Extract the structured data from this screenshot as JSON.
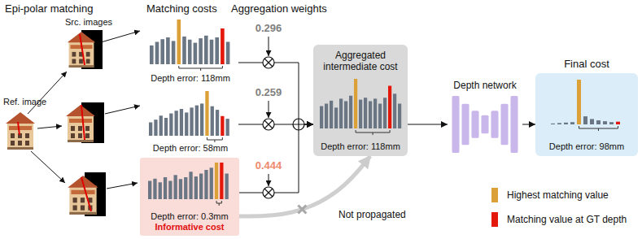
{
  "diagram": {
    "nodes": [
      {
        "text": [
          "Depth error: 118mm"
        ]
      },
      {
        "text": [
          "Depth error: 58mm"
        ]
      },
      {
        "text": [
          "Depth error: 0.3mm",
          "Informative cost"
        ]
      },
      {
        "text": [
          "Aggregated intermediate cost",
          "Depth error: 118mm"
        ]
      },
      {
        "text": [
          "Depth network"
        ]
      },
      {
        "text": [
          "Final cost",
          "Depth error: 98mm"
        ]
      }
    ],
    "edges": [
      {
        "from": 0,
        "to": 3,
        "arrow": "to"
      },
      {
        "from": 1,
        "to": 3,
        "arrow": "to"
      },
      {
        "from": 2,
        "to": 3,
        "arrow": "to"
      },
      {
        "from": 2,
        "to": 3,
        "label": "Not propagated",
        "arrow": "to"
      },
      {
        "from": 3,
        "to": 4,
        "arrow": "to"
      },
      {
        "from": 4,
        "to": 5,
        "arrow": "to"
      }
    ],
    "labels": [
      "Epi-polar matching",
      "Src. images",
      "Ref. image",
      "Matching costs",
      "Aggregation weights",
      "0.296",
      "0.259",
      "0.444"
    ],
    "legend": [
      {
        "text": "Highest matching value",
        "color": "#dba037"
      },
      {
        "text": "Matching value at GT depth",
        "color": "#e3170a"
      }
    ]
  }
}
